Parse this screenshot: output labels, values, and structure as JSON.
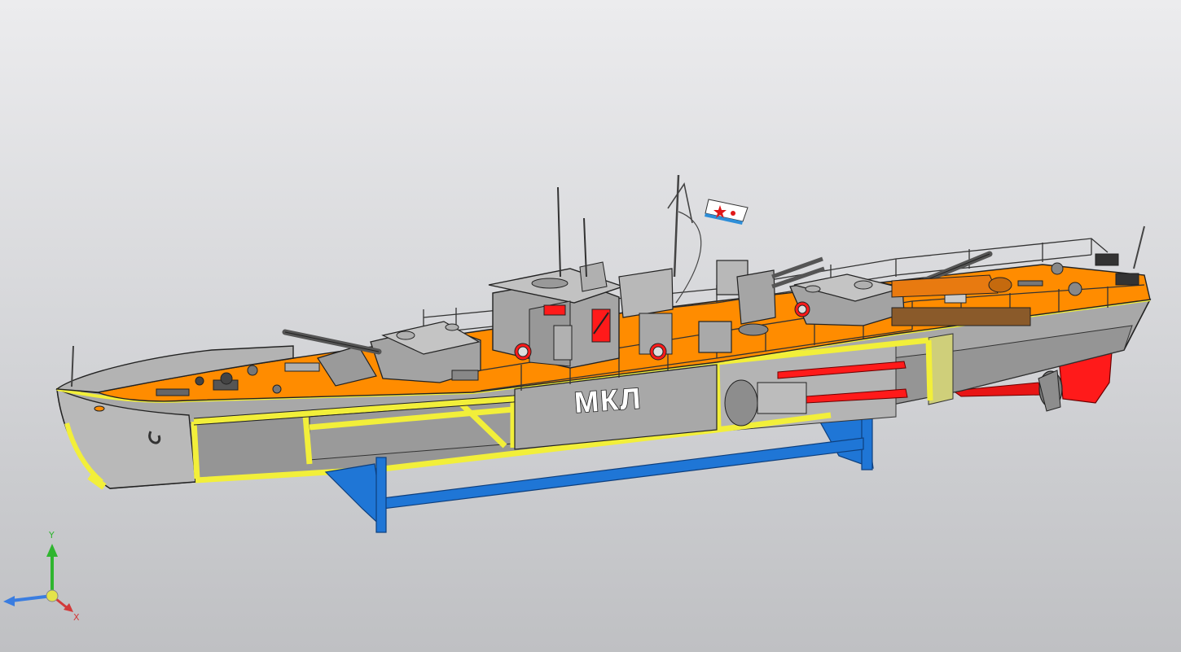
{
  "viewport": {
    "background_top": "#ececee",
    "background_bottom": "#bfc0c3"
  },
  "model": {
    "hull_label": "МКЛ",
    "colors": {
      "hull_gray": "#a9a9a9",
      "deck_orange": "#ff8c00",
      "frame_yellow": "#f2ef3a",
      "stand_blue": "#1f76d6",
      "rudder_red": "#ff1a1a"
    }
  },
  "axes": {
    "x_label": "X",
    "y_label": "Y",
    "x_color": "#d23a3a",
    "y_color": "#2fb52f",
    "z_color": "#3a7de0"
  }
}
